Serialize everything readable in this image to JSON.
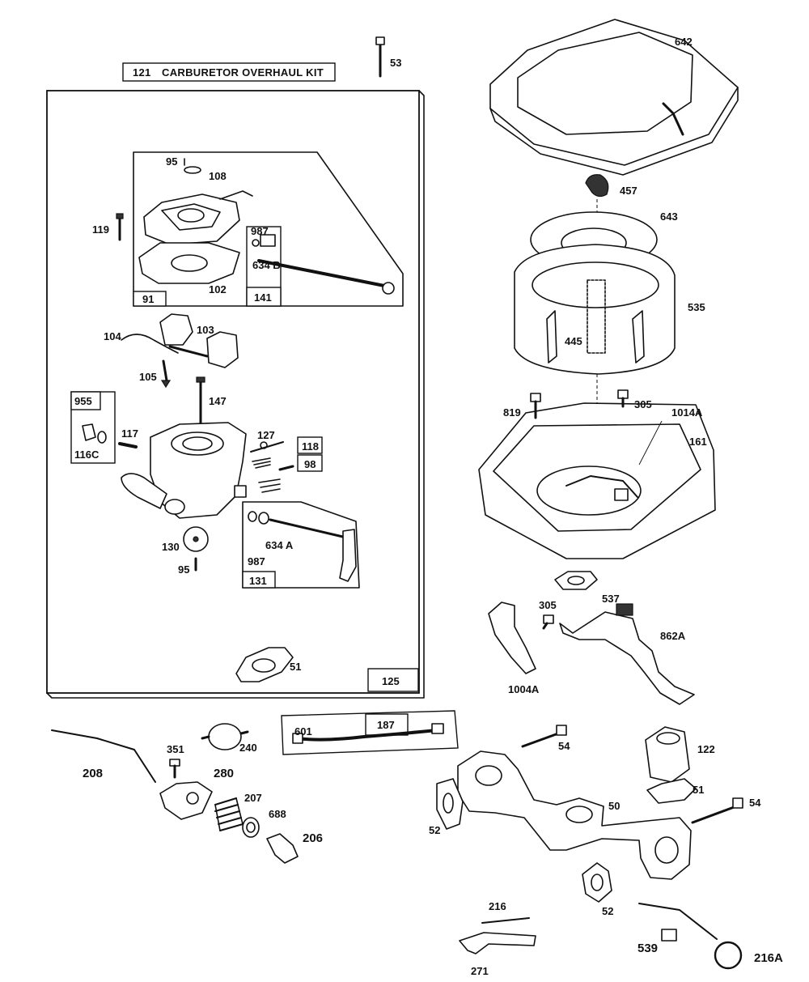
{
  "kit": {
    "number": "121",
    "title": "CARBURETOR OVERHAUL KIT"
  },
  "callouts": {
    "p53": "53",
    "p642": "642",
    "p457": "457",
    "p643": "643",
    "p535": "535",
    "p445": "445",
    "p819": "819",
    "p305a": "305",
    "p1014A": "1014A",
    "p161": "161",
    "p537": "537",
    "p305b": "305",
    "p862A": "862A",
    "p1004A": "1004A",
    "p95a": "95",
    "p108": "108",
    "p119": "119",
    "p987a": "987",
    "p634B": "634 B",
    "p91": "91",
    "p102": "102",
    "p141": "141",
    "p104": "104",
    "p103": "103",
    "p105": "105",
    "p147": "147",
    "p955": "955",
    "p116C": "116C",
    "p117": "117",
    "p127": "127",
    "p118": "118",
    "p98": "98",
    "p130": "130",
    "p95b": "95",
    "p634A": "634 A",
    "p987b": "987",
    "p131": "131",
    "p51a": "51",
    "p125": "125",
    "p601": "601",
    "p187": "187",
    "p208": "208",
    "p351": "351",
    "p240": "240",
    "p280": "280",
    "p207": "207",
    "p688": "688",
    "p206": "206",
    "p54a": "54",
    "p122": "122",
    "p51b": "51",
    "p54b": "54",
    "p50": "50",
    "p52a": "52",
    "p52b": "52",
    "p216": "216",
    "p271": "271",
    "p539": "539",
    "p216A": "216A"
  }
}
